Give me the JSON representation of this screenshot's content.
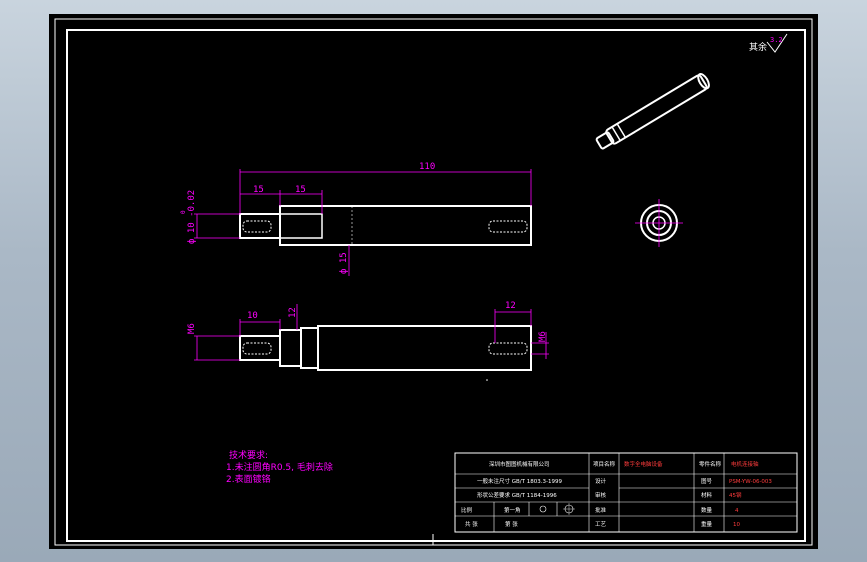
{
  "roughness": {
    "label": "其余",
    "value": "3.2"
  },
  "dims": {
    "overall": "110",
    "d15a": "15",
    "d15b": "15",
    "dia_left": "ф 10 -0.02",
    "dia_left_tol_top": "0",
    "dia_main": "ф 15",
    "d10": "10",
    "d12a": "12",
    "d12b": "12",
    "m6a": "M6",
    "m6b": "M6"
  },
  "notes": {
    "title": "技术要求:",
    "line1": "1.未注圆角R0.5, 毛刺去除",
    "line2": "2.表面镀铬"
  },
  "titleblock": {
    "company": "深圳市图图机械有限公司",
    "r2": "一般未注尺寸 GB/T 1803.3-1999",
    "r3": "形状公差要求 GB/T 1184-1996",
    "r4a": "比例",
    "r4b": "第一角",
    "r5a": "共  张",
    "r5b": "第  张",
    "c_project": "项目名称",
    "c_design": "设计",
    "c_audit": "审核",
    "c_check": "批准",
    "c_proc": "工艺",
    "project": "数字全电脑设备",
    "c_partname": "零件名称",
    "c_drawno": "图号",
    "c_material": "材料",
    "c_qty": "数量",
    "c_weight": "重量",
    "partname": "电机连接轴",
    "drawno": "PSM-YW-06-003",
    "material": "45钢",
    "qty": "4",
    "weight": "10"
  }
}
